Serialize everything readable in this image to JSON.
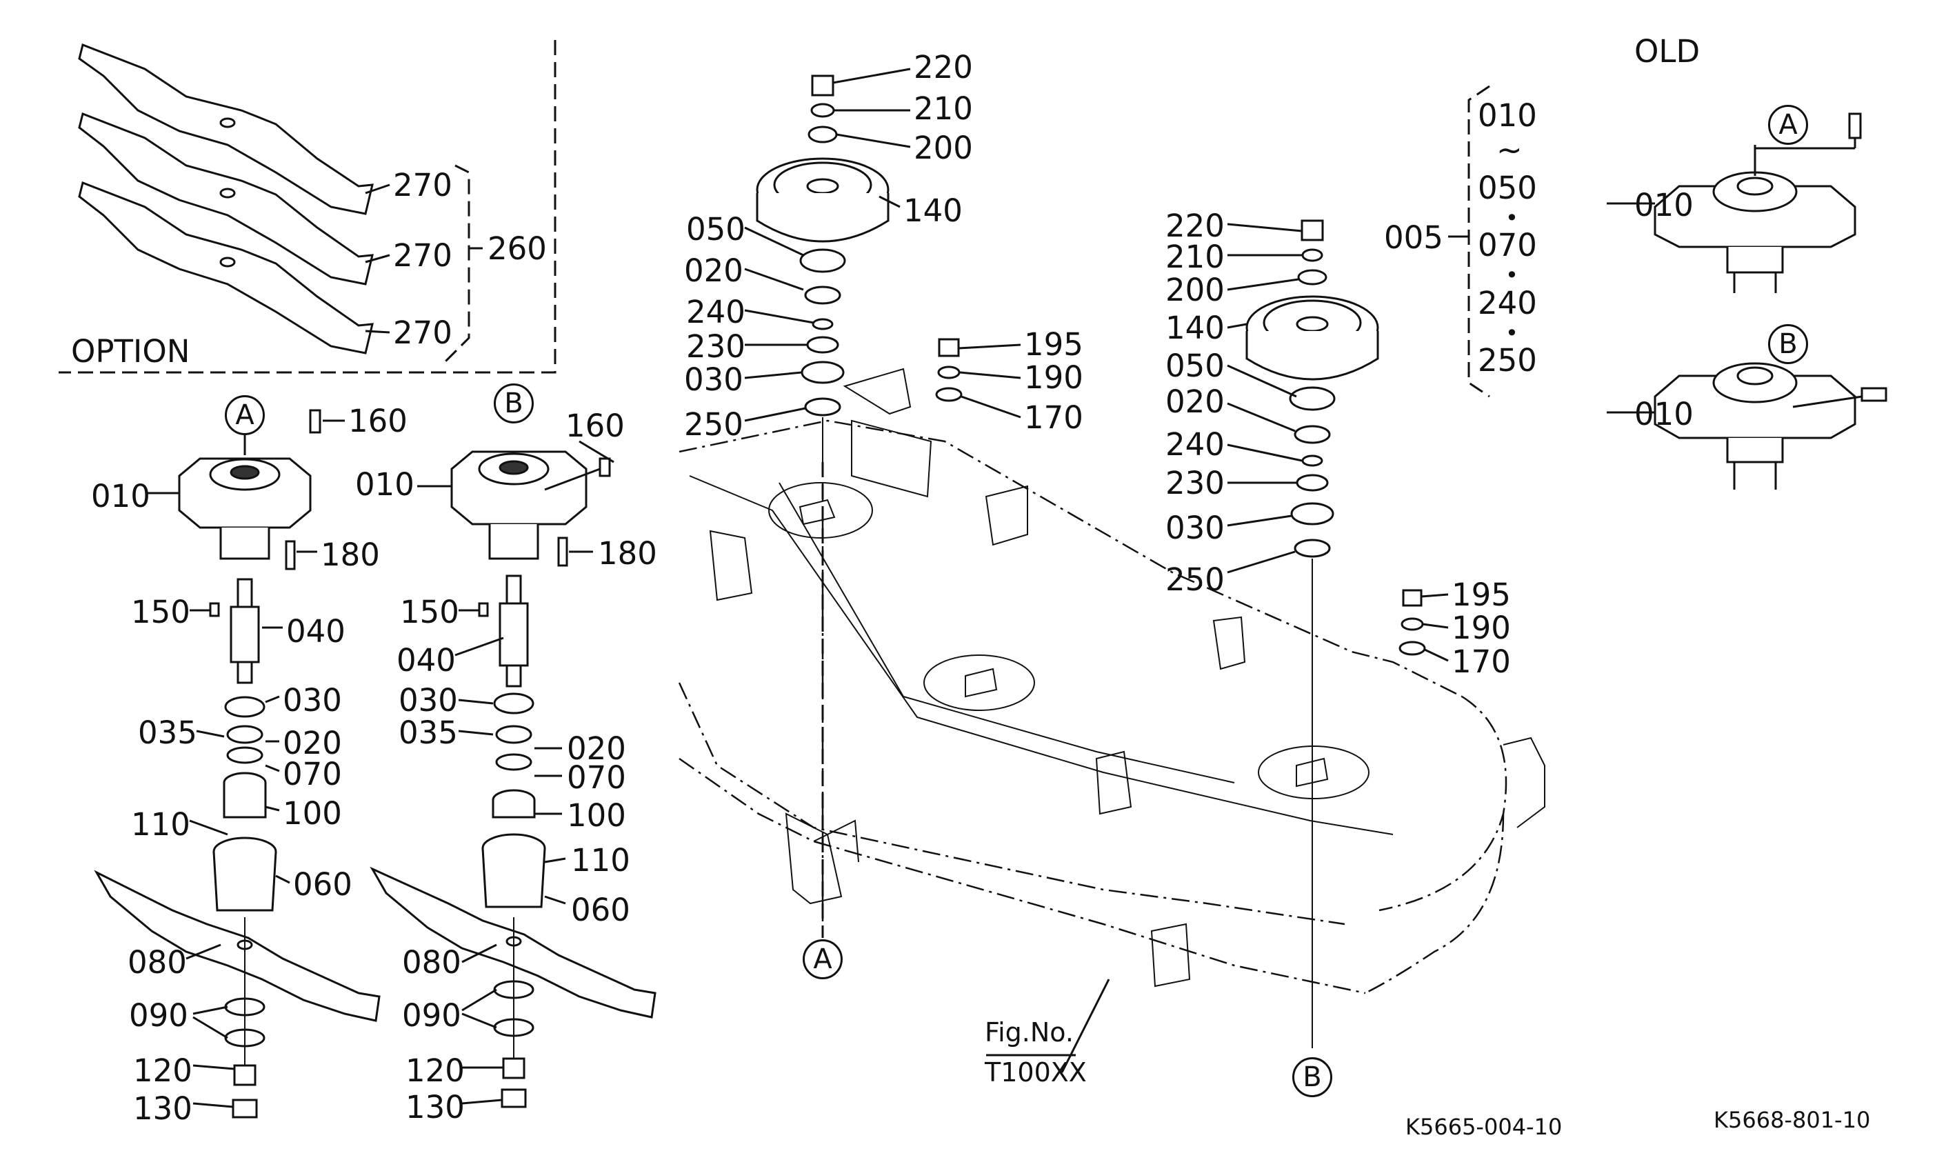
{
  "header": {
    "option_label": "OPTION",
    "old_label": "OLD"
  },
  "refs": {
    "A": "A",
    "B": "B"
  },
  "figure_ref": {
    "line1": "Fig.No.",
    "line2": "T100XX"
  },
  "drawing_numbers": {
    "main": "K5665-004-10",
    "old": "K5668-801-10"
  },
  "option_blades": {
    "blade1": "270",
    "blade2": "270",
    "blade3": "270",
    "set": "260"
  },
  "group_005": {
    "label": "005",
    "items": [
      "010",
      "~",
      "050",
      "•",
      "070",
      "•",
      "240",
      "•",
      "250"
    ]
  },
  "spindle_a": {
    "p160": "160",
    "p010": "010",
    "p180": "180",
    "p150": "150",
    "p040": "040",
    "p030": "030",
    "p035": "035",
    "p020": "020",
    "p070": "070",
    "p100": "100",
    "p110": "110",
    "p060": "060",
    "p080": "080",
    "p090": "090",
    "p120": "120",
    "p130": "130"
  },
  "spindle_b": {
    "p160": "160",
    "p010": "010",
    "p180": "180",
    "p150": "150",
    "p040": "040",
    "p030": "030",
    "p035": "035",
    "p020": "020",
    "p070": "070",
    "p100": "100",
    "p110": "110",
    "p060": "060",
    "p080": "080",
    "p090": "090",
    "p120": "120",
    "p130": "130"
  },
  "pulley_left": {
    "p220": "220",
    "p210": "210",
    "p200": "200",
    "p140": "140",
    "p050": "050",
    "p020": "020",
    "p240": "240",
    "p230": "230",
    "p030": "030",
    "p250": "250"
  },
  "pulley_right": {
    "p220": "220",
    "p210": "210",
    "p200": "200",
    "p140": "140",
    "p050": "050",
    "p020": "020",
    "p240": "240",
    "p230": "230",
    "p030": "030",
    "p250": "250"
  },
  "idler_left": {
    "p195": "195",
    "p190": "190",
    "p170": "170"
  },
  "idler_right": {
    "p195": "195",
    "p190": "190",
    "p170": "170"
  },
  "old_parts": {
    "a_010": "010",
    "b_010": "010"
  }
}
